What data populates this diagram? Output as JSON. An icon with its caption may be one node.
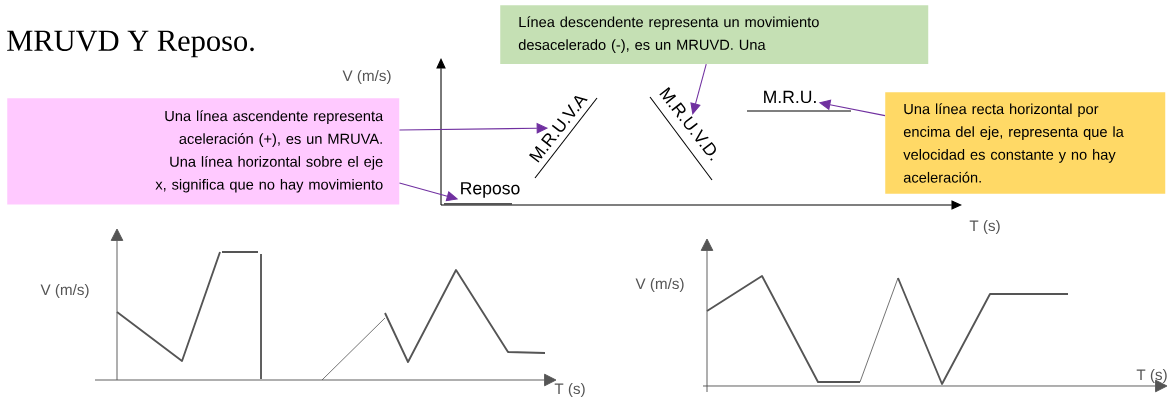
{
  "diagram": {
    "title": "MRUVD Y Reposo.",
    "nodes": [
      {
        "text": [
          "Una línea ascendente representa aceleración (+), es un MRUVA.",
          "Una línea horizontal sobre el eje x, significa que no hay movimiento"
        ]
      },
      {
        "text": [
          "Línea descendente representa un movimiento desacelerado (-), es un MRUVD. Una"
        ]
      },
      {
        "text": [
          "Una línea recta horizontal por encima del eje, representa que la velocidad es constante y no hay aceleración."
        ]
      },
      {
        "text": [
          "M.R.U.V.A"
        ]
      },
      {
        "text": [
          "M.R.U.V.D."
        ]
      },
      {
        "text": [
          "M.R.U."
        ]
      },
      {
        "text": [
          "Reposo"
        ]
      }
    ],
    "edges": [
      {
        "from": 0,
        "to": 3,
        "arrow": "to",
        "color": "#7030a0"
      },
      {
        "from": 0,
        "to": 6,
        "arrow": "to",
        "color": "#7030a0"
      },
      {
        "from": 1,
        "to": 4,
        "arrow": "to",
        "color": "#7030a0"
      },
      {
        "from": 2,
        "to": 5,
        "arrow": "to",
        "color": "#7030a0"
      }
    ],
    "labels": [
      "V (m/s)",
      "T (s)",
      "V (m/s)",
      "T (s)",
      "V (m/s)",
      "T (s)"
    ]
  }
}
